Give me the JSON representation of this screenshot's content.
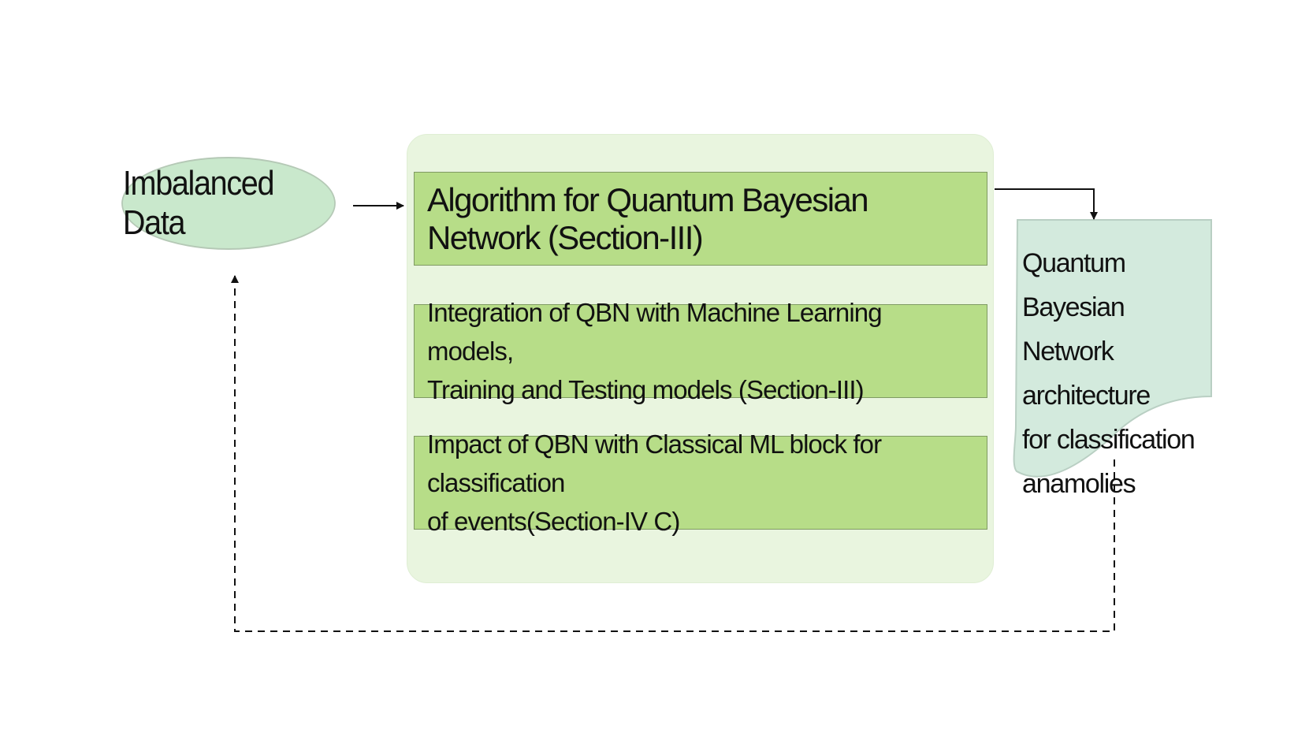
{
  "input": {
    "label": "Imbalanced Data"
  },
  "steps": [
    {
      "label": "Algorithm for Quantum Bayesian Network (Section-III)"
    },
    {
      "label": "Integration of QBN with Machine Learning models,\nTraining and Testing models (Section-III)"
    },
    {
      "label": "Impact of QBN with Classical ML block for classification\nof events(Section-IV C)"
    }
  ],
  "output": {
    "label": "Quantum Bayesian\nNetwork architecture\nfor classification\nanamolies"
  },
  "colors": {
    "input_fill": "#c9e8cc",
    "container_fill": "#e9f5df",
    "step_fill": "#b7dd88",
    "output_fill": "#d3eadd"
  }
}
